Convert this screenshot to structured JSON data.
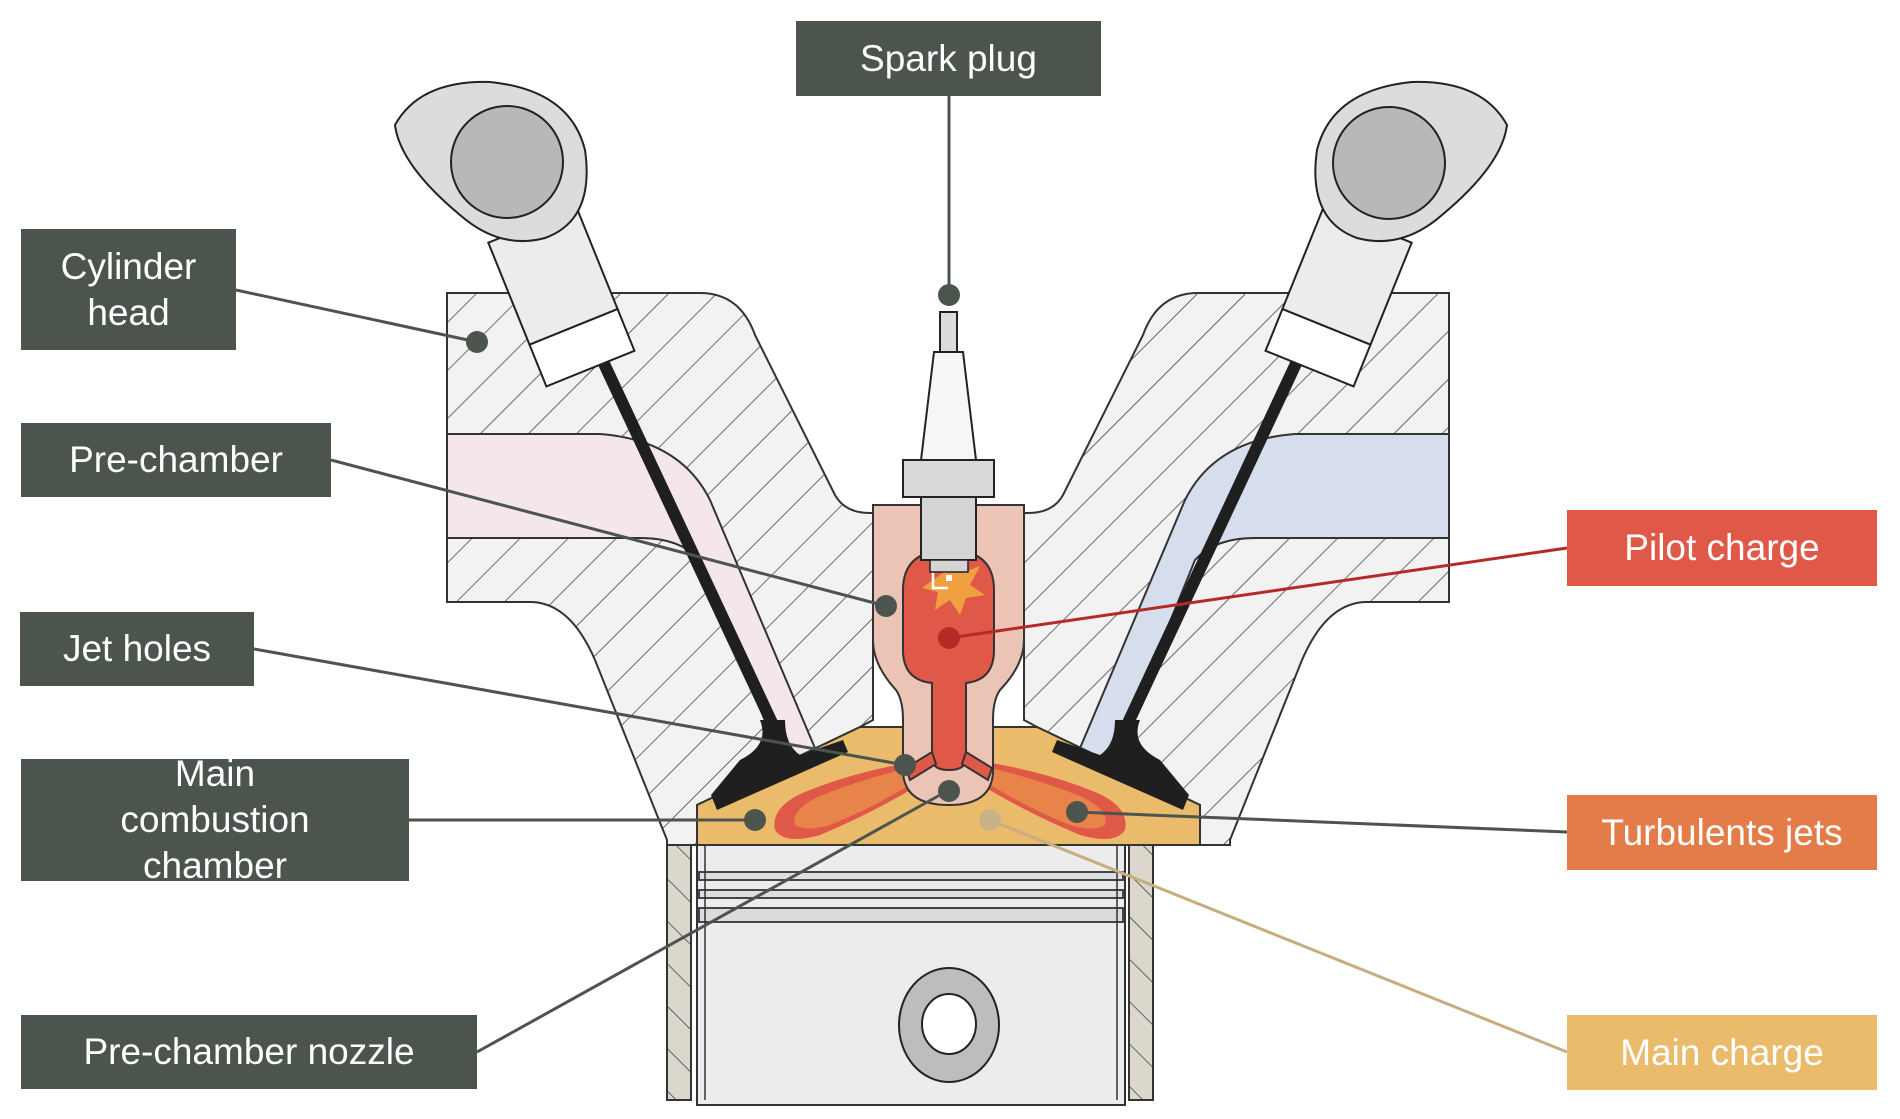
{
  "title": "Pre-chamber spark ignition engine diagram",
  "labels": {
    "spark_plug": "Spark plug",
    "cylinder_head": "Cylinder head",
    "pre_chamber": "Pre-chamber",
    "jet_holes": "Jet holes",
    "main_combustion_chamber": "Main combustion chamber",
    "pre_chamber_nozzle": "Pre-chamber nozzle",
    "pilot_charge": "Pilot charge",
    "turbulent_jets": "Turbulents jets",
    "main_charge": "Main charge"
  },
  "colors": {
    "label_dark": "#4c544e",
    "pilot_charge": "#e05848",
    "turbulent_jets": "#e47c4a",
    "main_charge": "#ebbb6c",
    "intake_port": "#f4e6ea",
    "exhaust_port": "#d6deee",
    "pre_chamber_body": "#ecc4b6",
    "cylinder_head_fill": "#f2f2f2",
    "cylinder_wall": "#dcd7cc",
    "leader_pilot": "#b52a25",
    "leader_main": "#c7ad7f"
  }
}
